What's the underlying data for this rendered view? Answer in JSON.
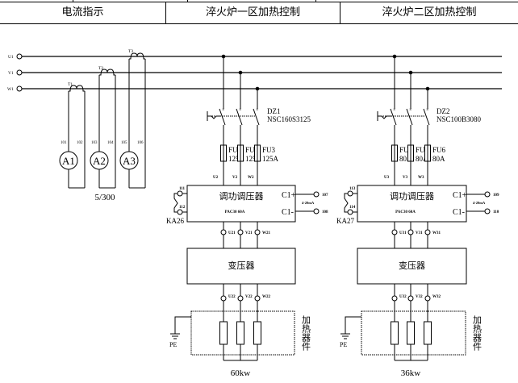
{
  "header": {
    "columns": [
      {
        "label": "电流指示"
      },
      {
        "label": "淬火炉一区加热控制"
      },
      {
        "label": "淬火炉二区加热控制"
      }
    ]
  },
  "bus": {
    "lines": [
      {
        "label": "U1"
      },
      {
        "label": "V1"
      },
      {
        "label": "W1"
      }
    ]
  },
  "current_indication": {
    "transformers": [
      {
        "label": "T1"
      },
      {
        "label": "T2"
      },
      {
        "label": "T3"
      }
    ],
    "ammeters": [
      {
        "label": "A1",
        "terminal_left": "101",
        "terminal_right": "102"
      },
      {
        "label": "A2",
        "terminal_left": "103",
        "terminal_right": "104"
      },
      {
        "label": "A3",
        "terminal_left": "105",
        "terminal_right": "106"
      }
    ],
    "ratio": "5/300"
  },
  "zones": [
    {
      "breaker": {
        "label": "DZ1",
        "model": "NSC160S3125"
      },
      "fuses": [
        {
          "label": "FU1",
          "rating": "125A"
        },
        {
          "label": "FU2",
          "rating": "125A"
        },
        {
          "label": "FU3",
          "rating": "125A"
        }
      ],
      "phase_in": [
        "U2",
        "V2",
        "W2"
      ],
      "regulator": {
        "title": "调功调压器",
        "model": "PAC30  60A",
        "ctrl_plus": "C1+",
        "ctrl_minus": "C1-",
        "signal": "4-20mA",
        "out_plus": "107",
        "out_minus": "108",
        "relay_top": "111",
        "relay_bottom": "112",
        "relay": "KA26"
      },
      "phase_mid": [
        "U21",
        "V21",
        "W21"
      ],
      "transformer": "变压器",
      "phase_out": [
        "U22",
        "V22",
        "W22"
      ],
      "heater_label": "加热器件",
      "ground": "PE",
      "power": "60kw"
    },
    {
      "breaker": {
        "label": "DZ2",
        "model": "NSC100B3080"
      },
      "fuses": [
        {
          "label": "FU4",
          "rating": "80A"
        },
        {
          "label": "FU5",
          "rating": "80A"
        },
        {
          "label": "FU6",
          "rating": "80A"
        }
      ],
      "phase_in": [
        "U3",
        "V3",
        "W3"
      ],
      "regulator": {
        "title": "调功调压器",
        "model": "PAC30  60A",
        "ctrl_plus": "C1+",
        "ctrl_minus": "C1-",
        "signal": "4-20mA",
        "out_plus": "109",
        "out_minus": "110",
        "relay_top": "113",
        "relay_bottom": "114",
        "relay": "KA27"
      },
      "phase_mid": [
        "U31",
        "V31",
        "W31"
      ],
      "transformer": "变压器",
      "phase_out": [
        "U32",
        "V32",
        "W32"
      ],
      "heater_label": "加热器件",
      "ground": "PE",
      "power": "36kw"
    }
  ]
}
